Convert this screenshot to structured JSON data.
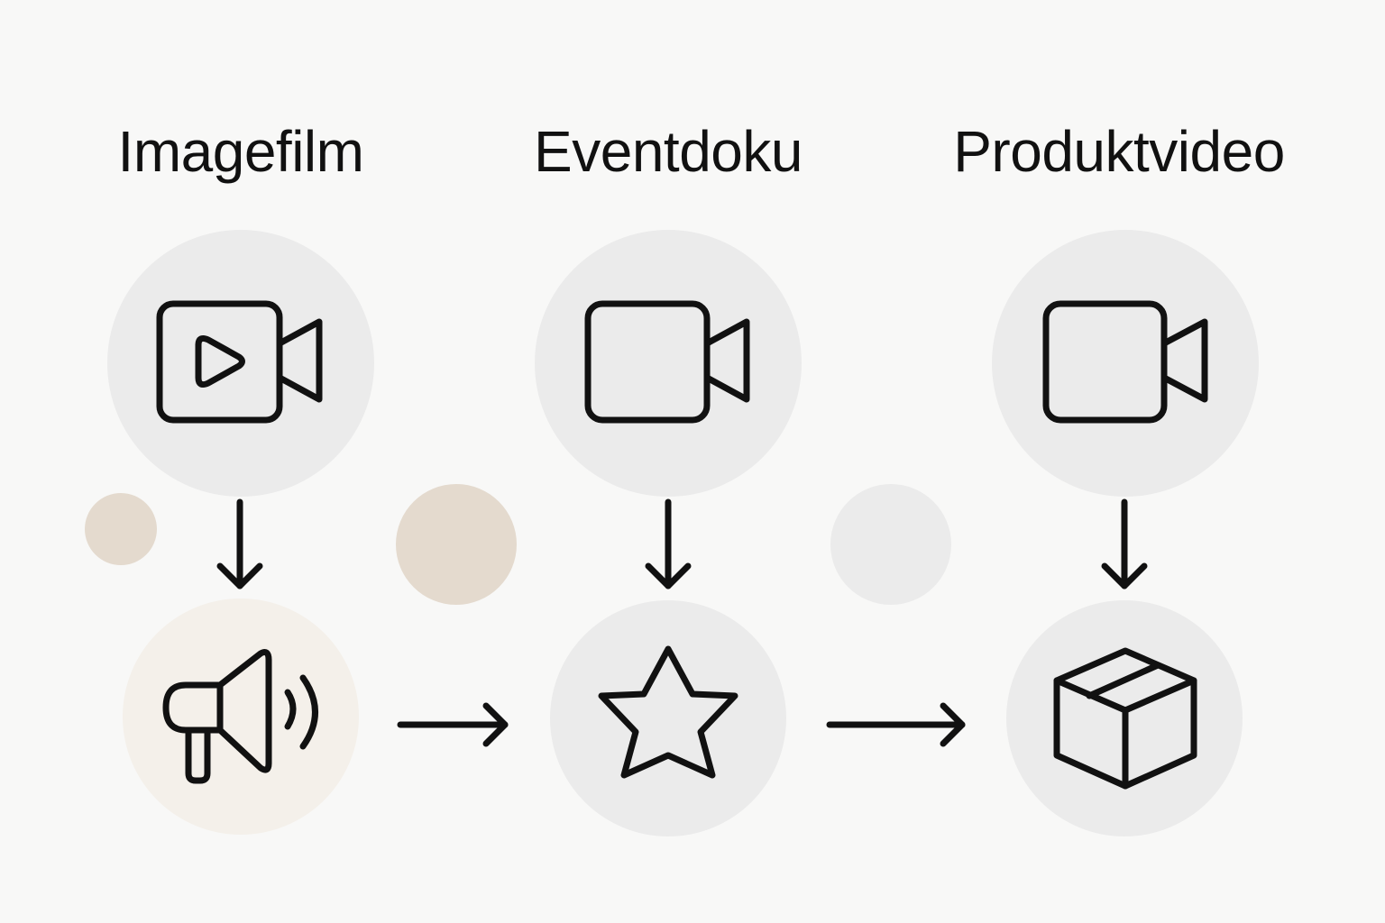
{
  "columns": [
    {
      "title": "Imagefilm",
      "top_icon": "video-play-icon",
      "bottom_icon": "megaphone-icon"
    },
    {
      "title": "Eventdoku",
      "top_icon": "video-camera-icon",
      "bottom_icon": "star-icon"
    },
    {
      "title": "Produktvideo",
      "top_icon": "video-camera-icon",
      "bottom_icon": "package-box-icon"
    }
  ],
  "colors": {
    "background": "#f8f8f7",
    "circle_gray": "#ebebeb",
    "circle_beige_light": "#f4f0ea",
    "circle_beige": "#e4dace",
    "stroke": "#111111"
  }
}
